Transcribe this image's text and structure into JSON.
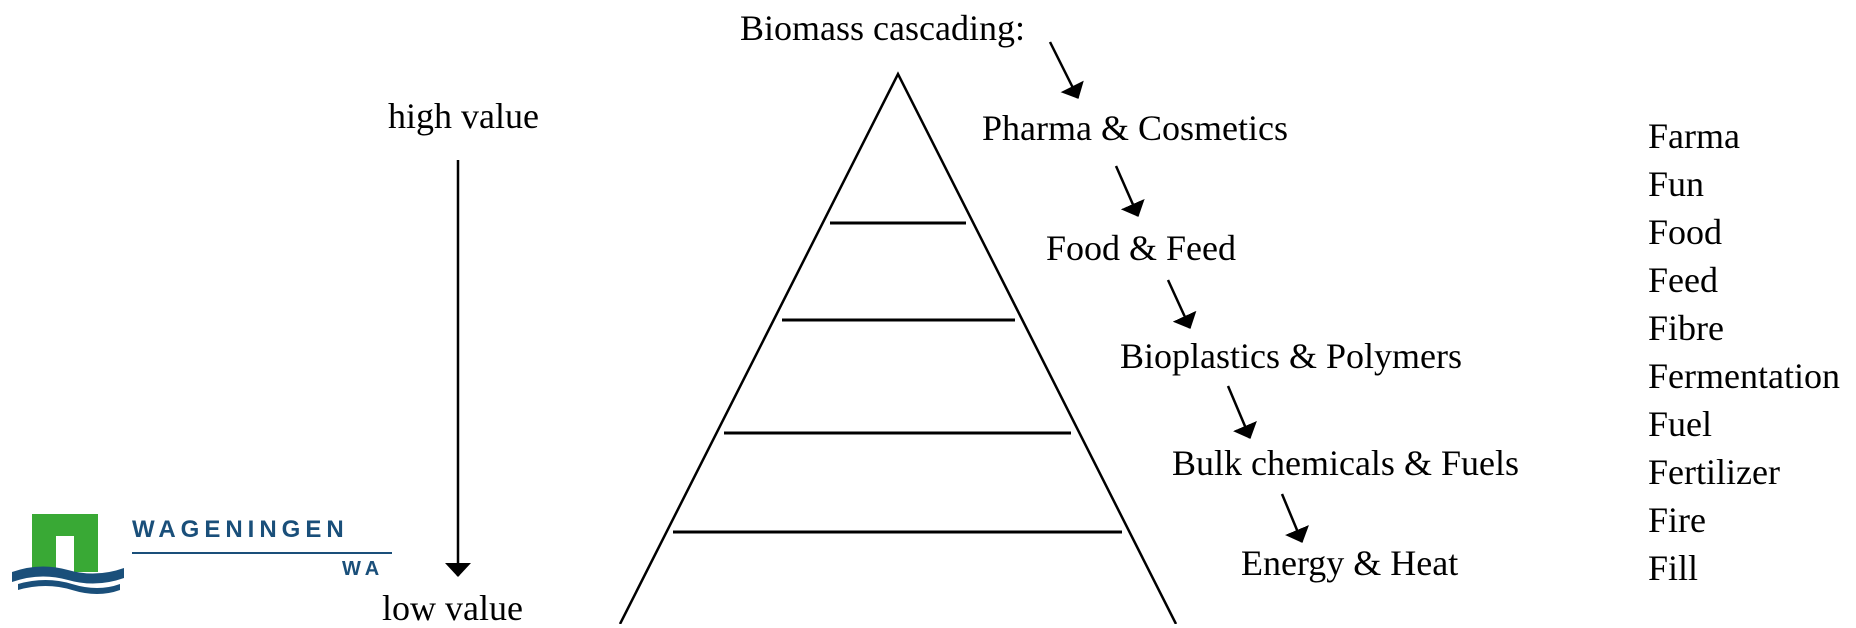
{
  "cascade_title": "Biomass cascading:",
  "value_axis": {
    "high": "high value",
    "low": "low value"
  },
  "levels": [
    "Pharma & Cosmetics",
    "Food & Feed",
    "Bioplastics & Polymers",
    "Bulk chemicals & Fuels",
    "Energy & Heat"
  ],
  "f_list": [
    "Farma",
    "Fun",
    "Food",
    "Feed",
    "Fibre",
    "Fermentation",
    "Fuel",
    "Fertilizer",
    "Fire",
    "Fill"
  ],
  "logo": {
    "name": "WAGENINGEN",
    "sub": "WA"
  },
  "colors": {
    "logo_green": "#39a935",
    "logo_blue": "#1a4f7a"
  }
}
